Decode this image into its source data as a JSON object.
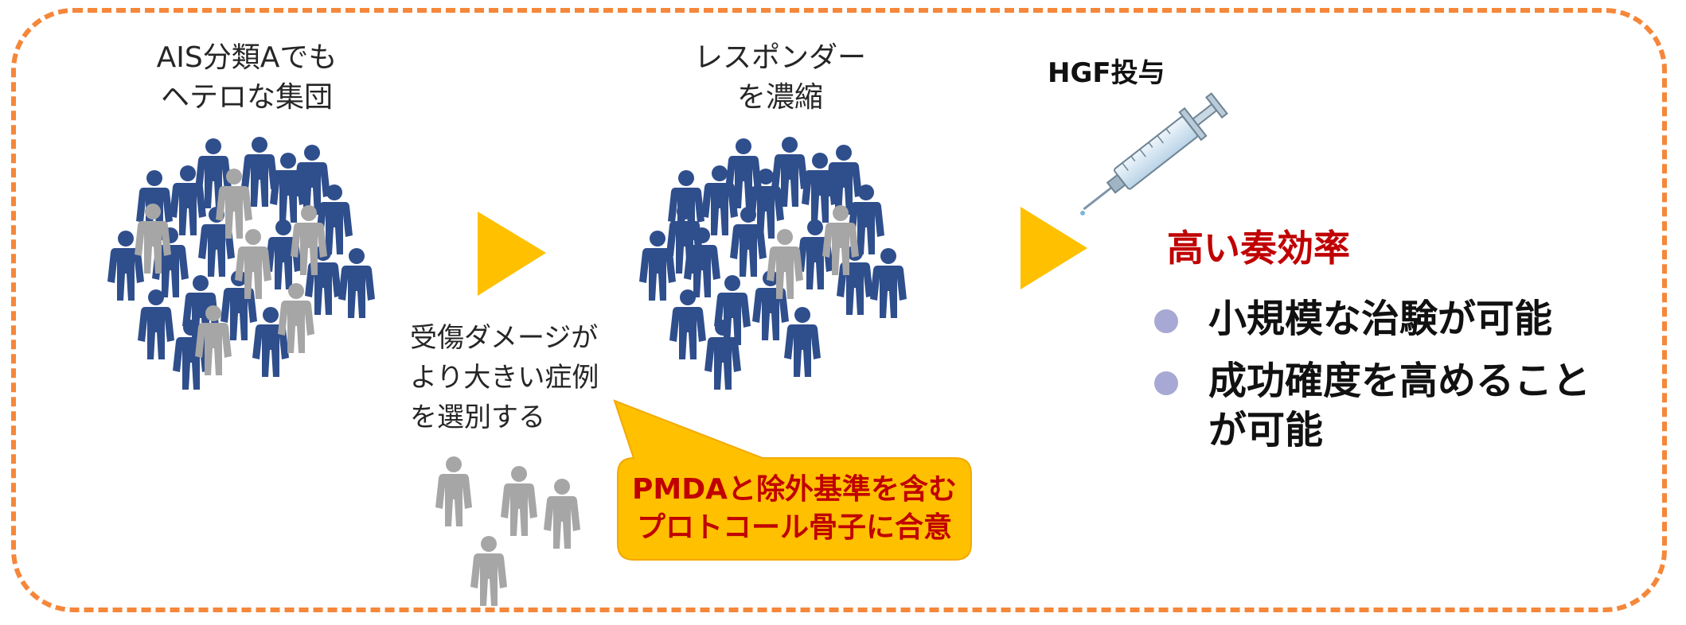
{
  "left_group": {
    "label_line1": "AIS分類Aでも",
    "label_line2": "ヘテロな集団"
  },
  "middle_group": {
    "label_line1": "レスポンダー",
    "label_line2": "を濃縮"
  },
  "selection": {
    "line1": "受傷ダメージが",
    "line2": "より大きい症例",
    "line3": "を選別する"
  },
  "callout": {
    "line1": "PMDAと除外基準を含む",
    "line2": "プロトコール骨子に合意"
  },
  "dosing": {
    "label": "HGF投与"
  },
  "result": {
    "title": "高い奏効率",
    "bullets": [
      {
        "line1": "小規模な治験が可能"
      },
      {
        "line1": "成功確度を高めること",
        "line2": "が可能"
      }
    ]
  },
  "colors": {
    "border": "#f5873a",
    "arrow": "#ffc000",
    "responder": "#2f4e8c",
    "non_responder": "#a6a6a6",
    "callout_fill": "#ffc000",
    "accent_red": "#c00000",
    "bullet": "#a7a8d3"
  },
  "icons": [
    "person-icon",
    "arrow-right-icon",
    "syringe-icon",
    "bullet-dot-icon"
  ]
}
